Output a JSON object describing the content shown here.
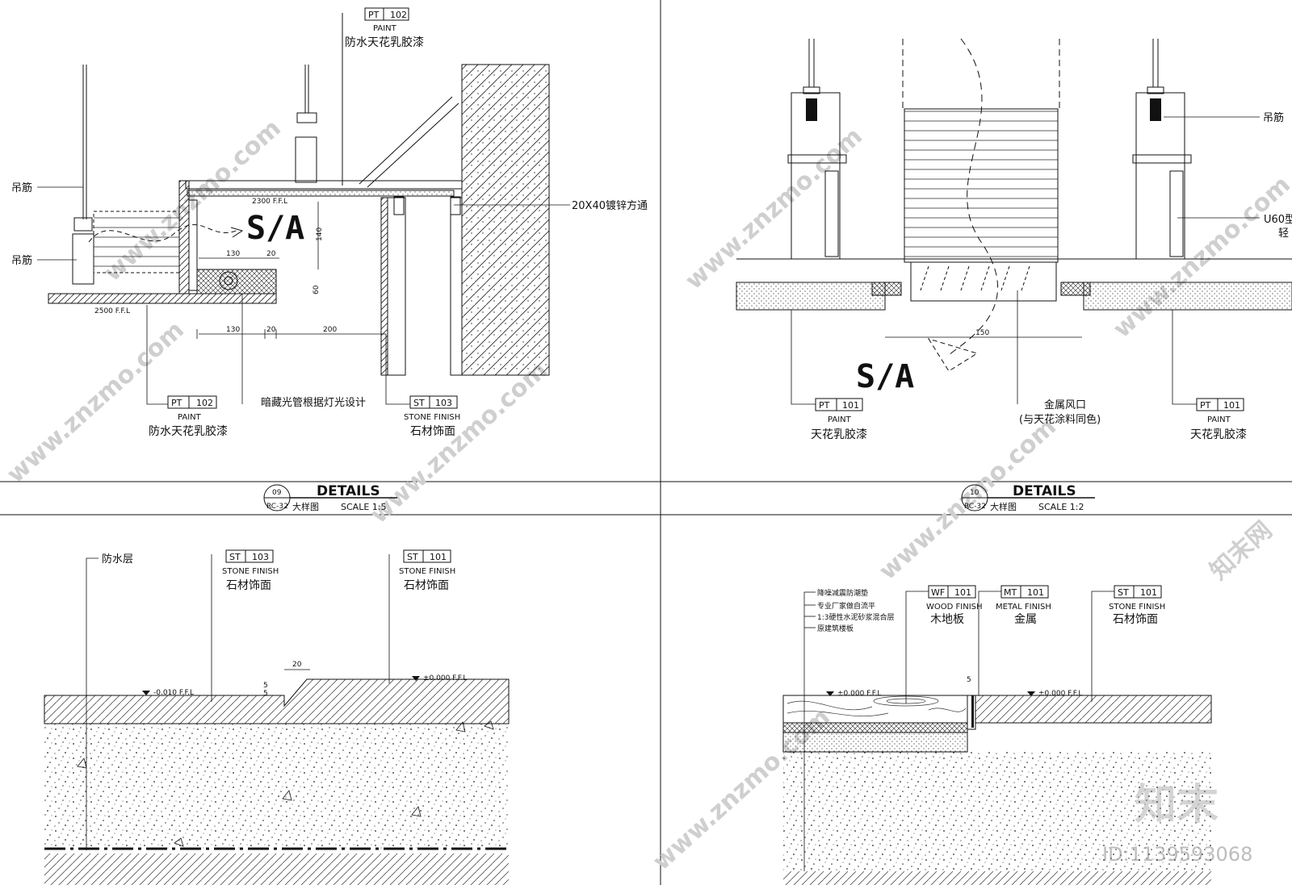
{
  "watermarks": {
    "site": "www.znzmo.com",
    "logo": "知末",
    "id": "ID:1139593068",
    "site_cn": "知末网"
  },
  "detail_09": {
    "title": "DETAILS",
    "number": "09",
    "sheet": "RC-32",
    "subtitle": "大样图",
    "scale": "SCALE  1:5",
    "sa": "S/A",
    "labels": {
      "hanger_1": "吊筋",
      "hanger_2": "吊筋",
      "tube": "20X40镀锌方通",
      "light": "暗藏光管根据灯光设计",
      "level_1": "2300 F.F.L",
      "level_2": "2500 F.F.L"
    },
    "tags": {
      "pt_top": {
        "code": "PT",
        "num": "102",
        "en": "PAINT",
        "cn": "防水天花乳胶漆"
      },
      "pt_bottom": {
        "code": "PT",
        "num": "102",
        "en": "PAINT",
        "cn": "防水天花乳胶漆"
      },
      "st": {
        "code": "ST",
        "num": "103",
        "en": "STONE FINISH",
        "cn": "石材饰面"
      }
    },
    "dims": {
      "d130a": "130",
      "d20a": "20",
      "d140": "140",
      "d60": "60",
      "d130b": "130",
      "d20b": "20",
      "d200": "200"
    }
  },
  "detail_10": {
    "title": "DETAILS",
    "number": "10",
    "sheet": "RC-32",
    "subtitle": "大样图",
    "scale": "SCALE  1:2",
    "sa": "S/A",
    "labels": {
      "hanger": "吊筋",
      "keel": "U60型",
      "keel_2": "轻",
      "vent": "金属风口",
      "vent_note": "(与天花涂料同色)"
    },
    "tags": {
      "pt_left": {
        "code": "PT",
        "num": "101",
        "en": "PAINT",
        "cn": "天花乳胶漆"
      },
      "pt_right": {
        "code": "PT",
        "num": "101",
        "en": "PAINT",
        "cn": "天花乳胶漆"
      }
    },
    "dims": {
      "d150": "150"
    }
  },
  "detail_bl": {
    "labels": {
      "waterproof": "防水层",
      "level_low": "-0.010 F.F.L",
      "level_zero": "±0.000 F.F.L"
    },
    "tags": {
      "st_103": {
        "code": "ST",
        "num": "103",
        "en": "STONE FINISH",
        "cn": "石材饰面"
      },
      "st_101": {
        "code": "ST",
        "num": "101",
        "en": "STONE FINISH",
        "cn": "石材饰面"
      }
    },
    "dims": {
      "d20": "20",
      "d5a": "5",
      "d5b": "5"
    }
  },
  "detail_br": {
    "labels": {
      "layer_1": "降噪减震防潮垫",
      "layer_2": "专业厂家做自流平",
      "layer_3": "1:3硬性水泥砂浆混合层",
      "layer_4": "原建筑楼板",
      "level_a": "±0.000 F.F.L",
      "level_b": "±0.000 F.F.L"
    },
    "tags": {
      "wf": {
        "code": "WF",
        "num": "101",
        "en": "WOOD FINISH",
        "cn": "木地板"
      },
      "mt": {
        "code": "MT",
        "num": "101",
        "en": "METAL FINISH",
        "cn": "金属"
      },
      "st": {
        "code": "ST",
        "num": "101",
        "en": "STONE FINISH",
        "cn": "石材饰面"
      }
    },
    "dims": {
      "d5": "5"
    }
  }
}
